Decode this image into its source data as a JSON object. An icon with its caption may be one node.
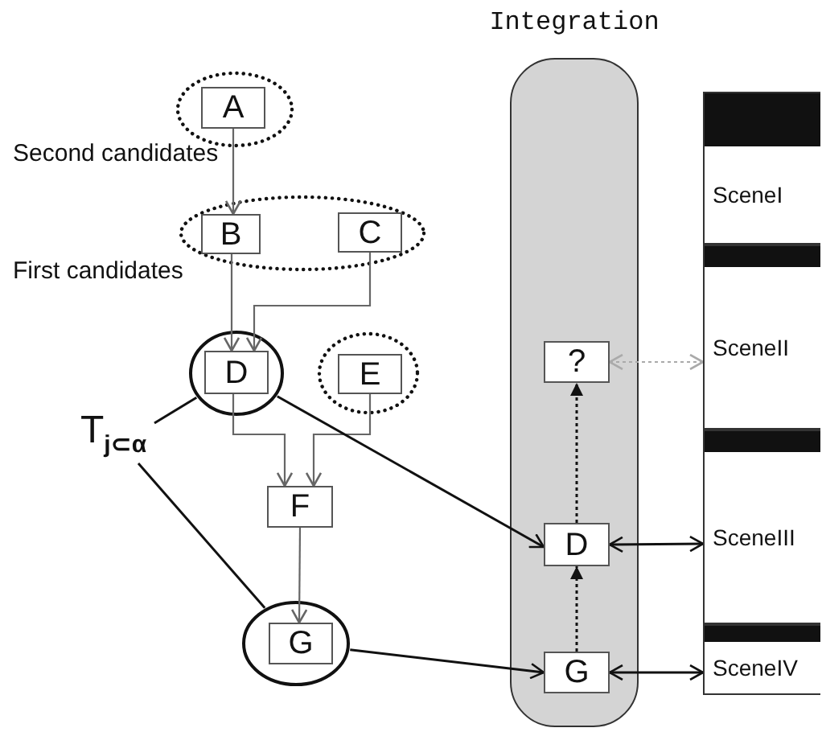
{
  "diagram": {
    "nodes": [
      {
        "text": [],
        "shape": "circle"
      },
      {
        "text": [
          "A"
        ],
        "in": 0
      },
      {
        "text": [],
        "shape": "circle"
      },
      {
        "text": [
          "B"
        ],
        "in": 2
      },
      {
        "text": [
          "C"
        ],
        "in": 2
      },
      {
        "text": [],
        "shape": "circle"
      },
      {
        "text": [
          "D"
        ],
        "in": 5
      },
      {
        "text": [],
        "shape": "circle"
      },
      {
        "text": [
          "E"
        ],
        "in": 7
      },
      {
        "text": [
          "F"
        ]
      },
      {
        "text": [],
        "shape": "circle"
      },
      {
        "text": [
          "G"
        ],
        "in": 10
      },
      {
        "text": [
          "Integration"
        ]
      },
      {
        "text": [
          "?"
        ],
        "in": 12
      },
      {
        "text": [
          "D"
        ],
        "in": 12
      },
      {
        "text": [
          "G"
        ],
        "in": 12
      },
      {
        "text": [
          "SceneI"
        ]
      },
      {
        "text": [
          "SceneII"
        ]
      },
      {
        "text": [
          "SceneIII"
        ]
      },
      {
        "text": [
          "SceneIV"
        ]
      },
      {
        "text": [
          "T$_{j⊂α}$"
        ]
      }
    ],
    "edges": [
      {
        "from": 1,
        "to": 3,
        "arrow": "to",
        "color": "#666666"
      },
      {
        "from": 3,
        "to": 6,
        "arrow": "to",
        "color": "#666666"
      },
      {
        "from": 4,
        "to": 6,
        "arrow": "to",
        "color": "#666666"
      },
      {
        "from": 6,
        "to": 9,
        "arrow": "to",
        "color": "#666666"
      },
      {
        "from": 8,
        "to": 9,
        "arrow": "to",
        "color": "#666666"
      },
      {
        "from": 9,
        "to": 11,
        "arrow": "to",
        "color": "#666666"
      },
      {
        "from": 5,
        "to": 14,
        "arrow": "to"
      },
      {
        "from": 10,
        "to": 15,
        "arrow": "to"
      },
      {
        "from": 20,
        "to": 5,
        "arrow": "none"
      },
      {
        "from": 20,
        "to": 10,
        "arrow": "none"
      },
      {
        "from": 14,
        "to": 13,
        "arrow": "to",
        "style": "dashed"
      },
      {
        "from": 15,
        "to": 14,
        "arrow": "to",
        "style": "dashed"
      },
      {
        "from": 13,
        "to": 17,
        "arrow": "both",
        "style": "dashed",
        "color": "#aaaaaa"
      },
      {
        "from": 14,
        "to": 18,
        "arrow": "both"
      },
      {
        "from": 15,
        "to": 19,
        "arrow": "both"
      }
    ],
    "labels": [
      "Second candidates",
      "First candidates"
    ]
  }
}
